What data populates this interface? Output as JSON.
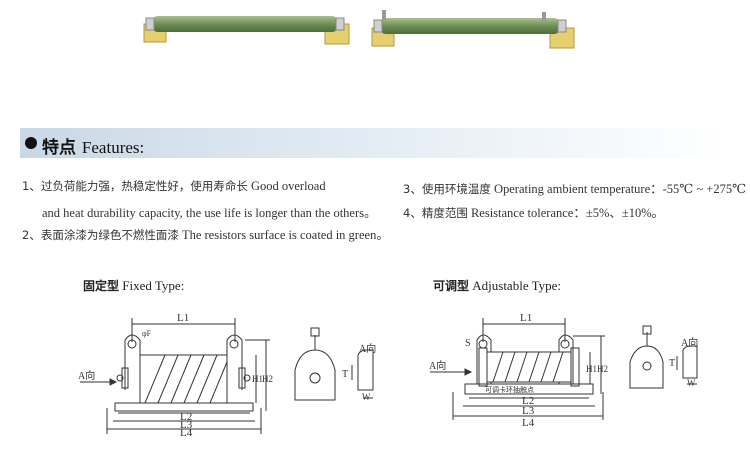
{
  "features": {
    "heading_cn": "特点",
    "heading_en": "Features:",
    "items": [
      {
        "cn": "1、过负荷能力强，热稳定性好，使用寿命长",
        "en": "Good overload"
      },
      {
        "cn": "",
        "en": "and heat durability capacity, the use life is longer than the others。"
      },
      {
        "cn": "2、表面涂漆为绿色不燃性面漆",
        "en": "The resistors surface is coated in green。"
      },
      {
        "cn": "3、使用环境温度",
        "en": "Operating ambient temperature：-55℃ ~ +275℃"
      },
      {
        "cn": "4、精度范围",
        "en": "Resistance tolerance：±5%、±10%。"
      }
    ]
  },
  "fixed": {
    "title_cn": "固定型",
    "title_en": "Fixed Type:",
    "labels": {
      "L1": "L1",
      "L2": "L2",
      "L3": "L3",
      "L4": "L4",
      "H1": "H1",
      "H2": "H2",
      "direction": "A向",
      "phi": "φF",
      "side_A": "A向",
      "T": "T",
      "W": "W"
    }
  },
  "adjustable": {
    "title_cn": "可调型",
    "title_en": "Adjustable Type:",
    "slider_note": "可调卡环抽触点",
    "labels": {
      "L1": "L1",
      "L2": "L2",
      "L3": "L3",
      "L4": "L4",
      "H1": "H1",
      "H2": "H2",
      "direction": "A向",
      "S": "S",
      "side_A": "A向",
      "T": "T",
      "W": "W"
    }
  },
  "colors": {
    "resistor_green": "#7a9a5e",
    "bracket_yellow": "#e8d27a",
    "bar_blue": "#c9d8e6"
  }
}
